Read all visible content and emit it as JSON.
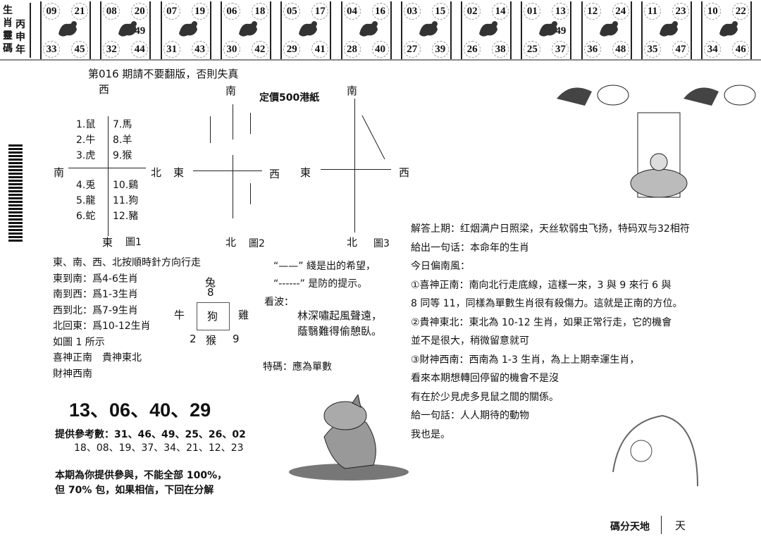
{
  "header_label": {
    "col1": "生肖靈碼",
    "col2": "丙申年"
  },
  "zodiac_cells": [
    {
      "icon": "ox-icon",
      "tl": "09",
      "tr": "21",
      "bl": "33",
      "br": "45",
      "extra": ""
    },
    {
      "icon": "tiger-icon",
      "tl": "08",
      "tr": "20",
      "bl": "32",
      "br": "44",
      "extra": "49"
    },
    {
      "icon": "rabbit-icon",
      "tl": "07",
      "tr": "19",
      "bl": "31",
      "br": "43",
      "extra": ""
    },
    {
      "icon": "dragon-icon",
      "tl": "06",
      "tr": "18",
      "bl": "30",
      "br": "42",
      "extra": ""
    },
    {
      "icon": "snake-icon",
      "tl": "05",
      "tr": "17",
      "bl": "29",
      "br": "41",
      "extra": ""
    },
    {
      "icon": "horse-icon",
      "tl": "04",
      "tr": "16",
      "bl": "28",
      "br": "40",
      "extra": ""
    },
    {
      "icon": "sheep-icon",
      "tl": "03",
      "tr": "15",
      "bl": "27",
      "br": "39",
      "extra": ""
    },
    {
      "icon": "monkey-icon",
      "tl": "02",
      "tr": "14",
      "bl": "26",
      "br": "38",
      "extra": ""
    },
    {
      "icon": "rooster-icon",
      "tl": "01",
      "tr": "13",
      "bl": "25",
      "br": "37",
      "extra": "49"
    },
    {
      "icon": "dog-icon",
      "tl": "12",
      "tr": "24",
      "bl": "36",
      "br": "48",
      "extra": ""
    },
    {
      "icon": "pig-icon",
      "tl": "11",
      "tr": "23",
      "bl": "35",
      "br": "47",
      "extra": ""
    },
    {
      "icon": "rat-icon",
      "tl": "10",
      "tr": "22",
      "bl": "34",
      "br": "46",
      "extra": ""
    }
  ],
  "issue_line": "第016 期請不要翻版，否則失真",
  "price": "定價500港紙",
  "fig1": {
    "top": "西",
    "left": "南",
    "right": "北",
    "bottom": "東",
    "caption": "圖1",
    "left_list": [
      "1.鼠",
      "2.牛",
      "3.虎",
      "4.兎",
      "5.龍",
      "6.蛇"
    ],
    "right_list": [
      "7.馬",
      "8.羊",
      "9.猴",
      "10.鷄",
      "11.狗",
      "12.豬"
    ]
  },
  "fig2": {
    "top": "南",
    "left": "東",
    "right": "西",
    "bottom": "北",
    "caption": "圖2"
  },
  "fig3": {
    "top": "南",
    "left": "東",
    "right": "西",
    "bottom": "北",
    "caption": "圖3"
  },
  "rules": [
    "東、南、西、北按順時針方向行走",
    "東到南：爲4-6生肖",
    "南到西：爲1-3生肖",
    "西到北：爲7-9生肖",
    "北回東：爲10-12生肖",
    "如圖 1 所示",
    "喜神正南　貴神東北",
    "財神西南"
  ],
  "cross": {
    "top": "兔",
    "top_num": "8",
    "left": "牛",
    "center": "狗",
    "right": "雞",
    "bottom_left": "2",
    "bottom": "猴",
    "bottom_right": "9"
  },
  "legend": [
    "“——” 綫是出的希望，",
    "“------” 是防的提示。"
  ],
  "wave_label": "看波：",
  "poem": [
    "林深嘯起風聲遠，",
    "蔭翳難得偷憩臥。"
  ],
  "special": "特碼：應為單數",
  "main_numbers": "13、06、40、29",
  "ref_numbers": [
    "提供參考數：31、46、49、25、26、02",
    "18、08、19、37、34、21、12、23"
  ],
  "disclaimer": [
    "本期為你提供參與，不能全部 100%，",
    "但 70% 包，如果相信，下回在分解"
  ],
  "right_text": [
    "解答上期：红烟满户日照梁，天丝软弱虫飞扬，特码双与32相符",
    "給出一句话：本命年的生肖",
    "今日偏南風：",
    "①喜神正南：南向北行走底線，這樣一來，3 與 9 來行 6 與",
    "8 同等 11，同樣為單數生肖很有殺傷力。這就是正南的方位。",
    "②貴神東北：東北為 10-12 生肖，如果正常行走，它的機會",
    "並不是很大，稍微留意就可",
    "③財神西南：西南為 1-3 生肖，為上上期幸運生肖，",
    "看來本期想轉回停留的機會不是沒",
    "有在於少見虎多見鼠之間的關係。",
    "給一句話：人人期待的動物",
    "我也是。"
  ],
  "footer": {
    "brand": "碼分天地",
    "tag": "天"
  }
}
